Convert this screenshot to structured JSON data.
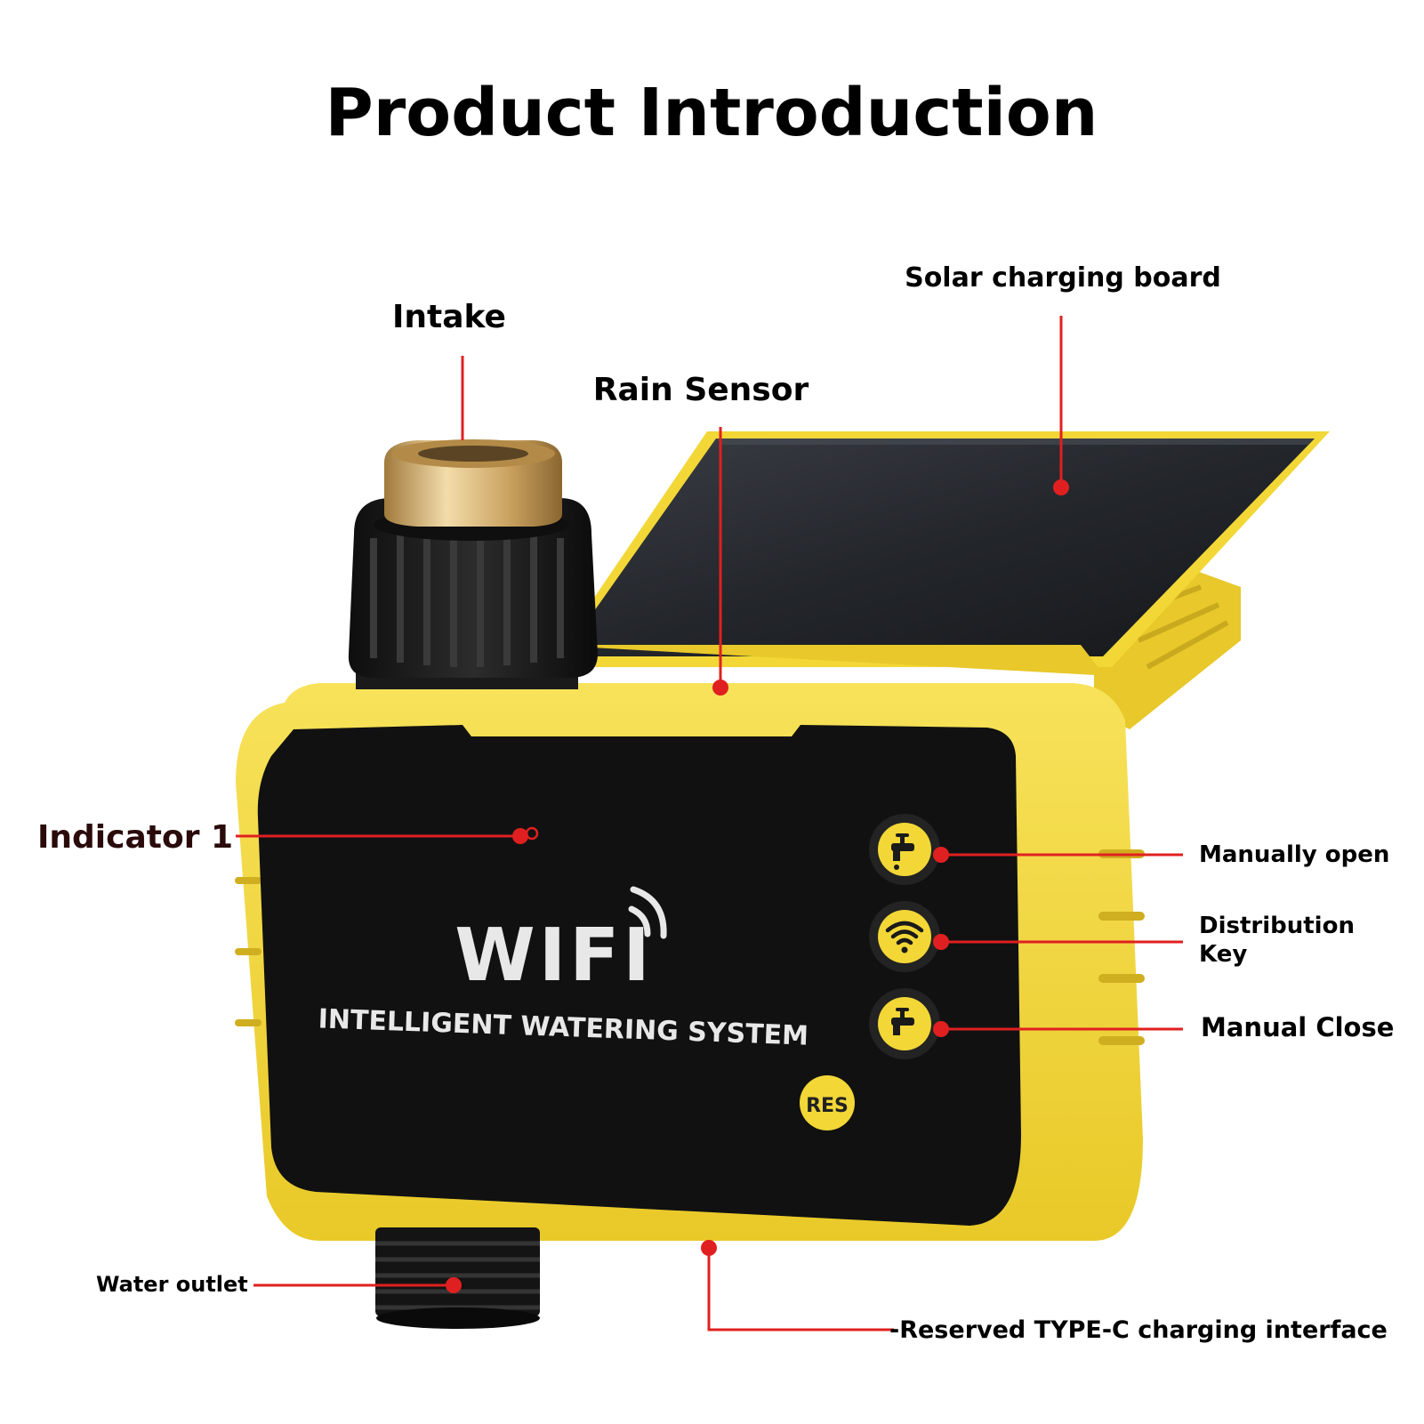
{
  "title": "Product Introduction",
  "device": {
    "brand_label": "WIFI",
    "subtitle": "INTELLIGENT WATERING SYSTEM",
    "reset_label": "RES"
  },
  "callouts": {
    "intake": "Intake",
    "rain_sensor": "Rain Sensor",
    "solar_board": "Solar charging board",
    "indicator": "Indicator 1",
    "manually_open": "Manually open",
    "distribution_key_line1": "Distribution",
    "distribution_key_line2": "Key",
    "manual_close": "Manual Close",
    "water_outlet": "Water outlet",
    "type_c": "-Reserved TYPE-C charging interface"
  },
  "colors": {
    "housing_yellow": "#f2d737",
    "face_black": "#111111",
    "callout_red": "#e02020",
    "panel_dark": "#1c1e22",
    "brass": "#d9b87a"
  }
}
